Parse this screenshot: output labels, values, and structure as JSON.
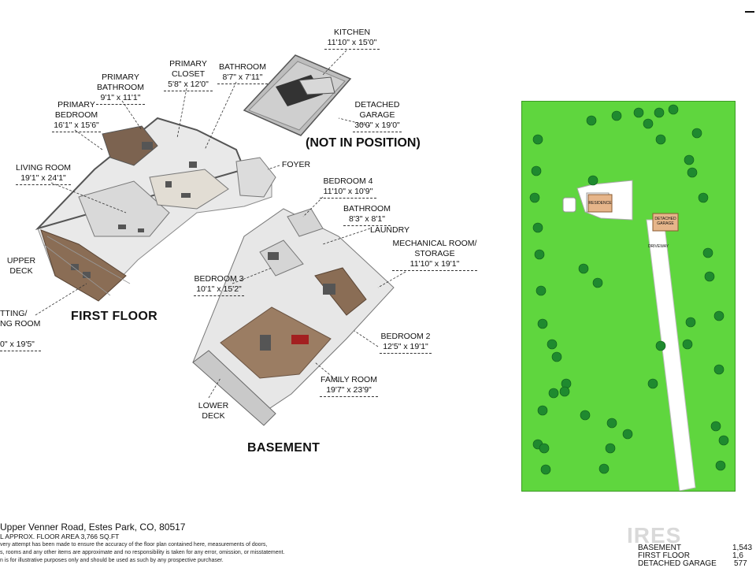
{
  "title_first_floor": "FIRST FLOOR",
  "title_basement": "BASEMENT",
  "garage_note": "(NOT IN POSITION)",
  "rooms": {
    "kitchen": {
      "name": "KITCHEN",
      "dims": "11'10\" x 15'0\""
    },
    "bathroom_1": {
      "name": "BATHROOM",
      "dims": "8'7\" x 7'11\""
    },
    "primary_closet": {
      "name": "PRIMARY CLOSET",
      "dims": "5'8\" x 12'0\""
    },
    "primary_bathroom": {
      "name": "PRIMARY BATHROOM",
      "dims": "9'1\" x 11'1\""
    },
    "primary_bedroom": {
      "name": "PRIMARY BEDROOM",
      "dims": "16'1\" x 15'6\""
    },
    "living_room": {
      "name": "LIVING ROOM",
      "dims": "19'1\" x 24'1\""
    },
    "upper_deck": {
      "name": "UPPER DECK"
    },
    "sitting_room": {
      "name": "TTING/\nNG ROOM",
      "dims": "0\" x 19'5\""
    },
    "detached_garage": {
      "name": "DETACHED GARAGE",
      "dims": "30'0\" x 19'0\""
    },
    "foyer": {
      "name": "FOYER"
    },
    "bedroom_4": {
      "name": "BEDROOM 4",
      "dims": "11'10\" x 10'9\""
    },
    "bathroom_2": {
      "name": "BATHROOM",
      "dims": "8'3\" x 8'1\""
    },
    "laundry": {
      "name": "LAUNDRY"
    },
    "mechanical": {
      "name": "MECHANICAL ROOM/ STORAGE",
      "dims": "11'10\" x 19'1\""
    },
    "bedroom_3": {
      "name": "BEDROOM 3",
      "dims": "10'1\" x 15'2\""
    },
    "bedroom_2": {
      "name": "BEDROOM 2",
      "dims": "12'5\" x 19'1\""
    },
    "family_room": {
      "name": "FAMILY ROOM",
      "dims": "19'7\" x 23'9\""
    },
    "lower_deck": {
      "name": "LOWER DECK"
    }
  },
  "site_plan": {
    "residence": "RESIDENCE",
    "detached_garage": "DETACHED GARAGE",
    "driveway": "DRIVEWAY",
    "colors": {
      "lawn": "#5fd63e",
      "tree": "#1f8a2f",
      "building": "#e6b58a"
    }
  },
  "footer": {
    "address": " Upper Venner Road, Estes Park, CO, 80517",
    "approx_area": "L APPROX. FLOOR AREA 3,766 SQ.FT",
    "disclaimer": [
      "very attempt has been made to ensure the accuracy of the floor plan contained here, measurements of doors,",
      "s, rooms and any other items are approximate and no responsibility is taken for any error, omission, or misstatement.",
      "n is for illustrative purposes only and should be used as such by any prospective purchaser."
    ]
  },
  "legend": {
    "rows": [
      {
        "label": "BASEMENT",
        "value": "1,543"
      },
      {
        "label": "FIRST FLOOR",
        "value": "1,6"
      },
      {
        "label": "DETACHED GARAGE",
        "value": "577"
      }
    ]
  },
  "logo_text": "IRES"
}
